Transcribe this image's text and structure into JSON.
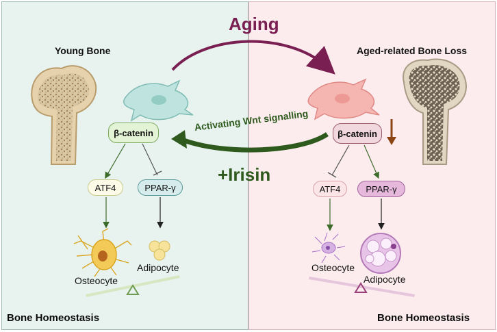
{
  "center": {
    "aging": "Aging",
    "wnt_label": "Activating Wnt signalling",
    "irisin": "+Irisin"
  },
  "left": {
    "title": "Young Bone",
    "beta_catenin": "β-catenin",
    "atf4": "ATF4",
    "ppar": "PPAR-γ",
    "osteocyte": "Osteocyte",
    "adipocyte": "Adipocyte",
    "footer": "Bone Homeostasis"
  },
  "right": {
    "title": "Aged-related Bone Loss",
    "beta_catenin": "β-catenin",
    "atf4": "ATF4",
    "ppar": "PPAR-γ",
    "osteocyte": "Osteocyte",
    "adipocyte": "Adipocyte",
    "footer": "Bone Homeostasis"
  },
  "colors": {
    "aging": "#7a1f52",
    "irisin": "#2f5a1e",
    "left_bg": "#e8f3f0",
    "right_bg": "#fcecee",
    "decrease_arrow": "#8b4513"
  }
}
